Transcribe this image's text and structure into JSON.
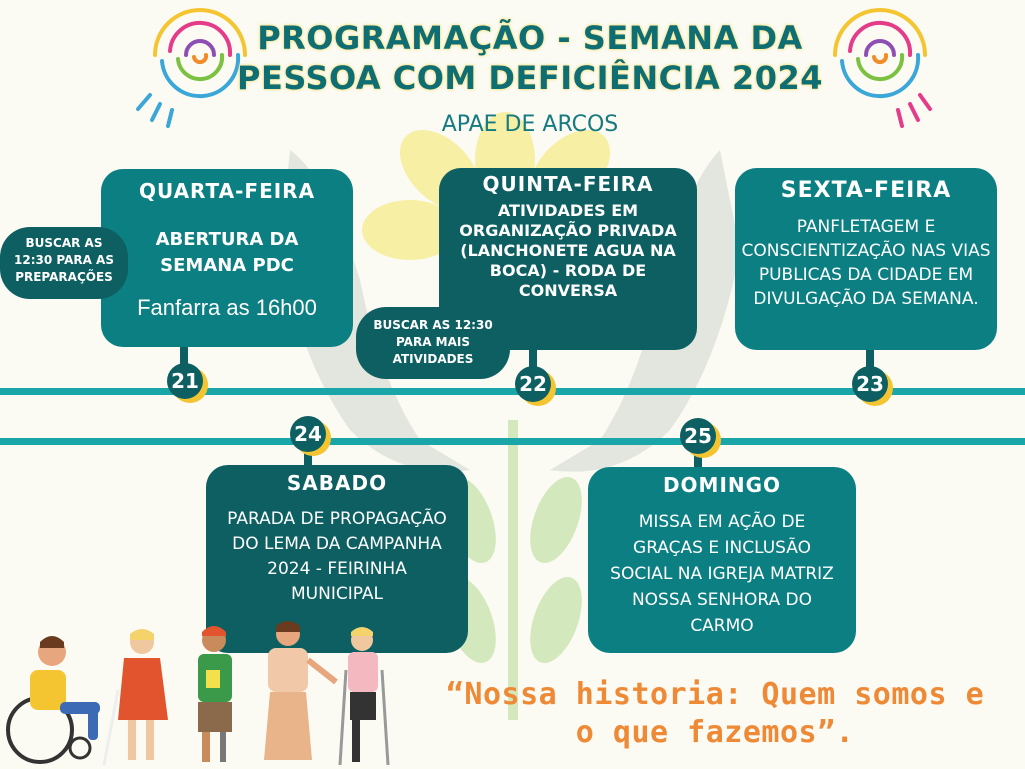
{
  "header": {
    "title_line1": "PROGRAMAÇÃO - SEMANA DA",
    "title_line2": "PESSOA COM DEFICIÊNCIA 2024",
    "subtitle": "APAE DE ARCOS"
  },
  "days": [
    {
      "day": "QUARTA-FEIRA",
      "body": "ABERTURA DA SEMANA PDC",
      "extra": "Fanfarra as 16h00",
      "date": "21",
      "note": "BUSCAR AS 12:30 PARA AS PREPARAÇÕES"
    },
    {
      "day": "QUINTA-FEIRA",
      "body": "ATIVIDADES EM ORGANIZAÇÃO PRIVADA (LANCHONETE AGUA NA BOCA) - RODA DE CONVERSA",
      "date": "22",
      "note": "BUSCAR AS 12:30 PARA MAIS ATIVIDADES"
    },
    {
      "day": "SEXTA-FEIRA",
      "body": "PANFLETAGEM E CONSCIENTIZAÇÃO NAS VIAS PUBLICAS DA CIDADE EM DIVULGAÇÃO DA SEMANA.",
      "date": "23"
    },
    {
      "day": "SABADO",
      "body": "PARADA DE PROPAGAÇÃO DO LEMA DA CAMPANHA 2024 - FEIRINHA MUNICIPAL",
      "date": "24"
    },
    {
      "day": "DOMINGO",
      "body": "MISSA EM AÇÃO DE GRAÇAS E INCLUSÃO SOCIAL NA IGREJA MATRIZ NOSSA SENHORA DO CARMO",
      "date": "25"
    }
  ],
  "quote": "“Nossa historia: Quem somos e o que fazemos”.",
  "colors": {
    "teal": "#0c7f82",
    "dark_teal": "#0d5f62",
    "line": "#1aa5a8",
    "accent_yellow": "#f4c530",
    "quote_orange": "#ee8a36"
  }
}
